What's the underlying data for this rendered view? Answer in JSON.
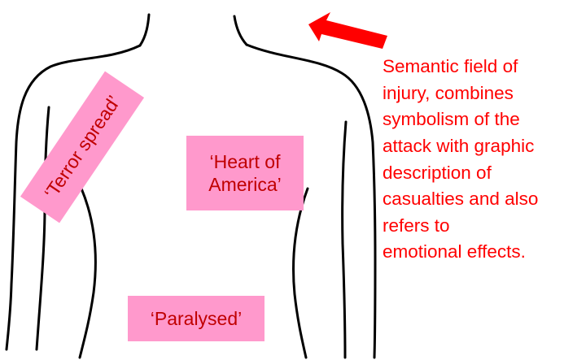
{
  "colors": {
    "label_fill": "#ff99cc",
    "label_text": "#c00000",
    "annotation_text": "#ff0000",
    "arrow": "#ff0000",
    "outline": "#000000"
  },
  "labels": {
    "terror": "‘Terror spread’",
    "heart": "‘Heart of\nAmerica’",
    "paralysed": "‘Paralysed’"
  },
  "annotation": {
    "lines": [
      "Semantic field of",
      "injury, combines",
      "symbolism of the",
      "attack with graphic",
      "description of",
      "casualties and also",
      "refers to",
      "emotional effects."
    ]
  },
  "icons": {
    "arrow": "left-pointing-arrow-icon",
    "figure": "human-torso-outline"
  }
}
